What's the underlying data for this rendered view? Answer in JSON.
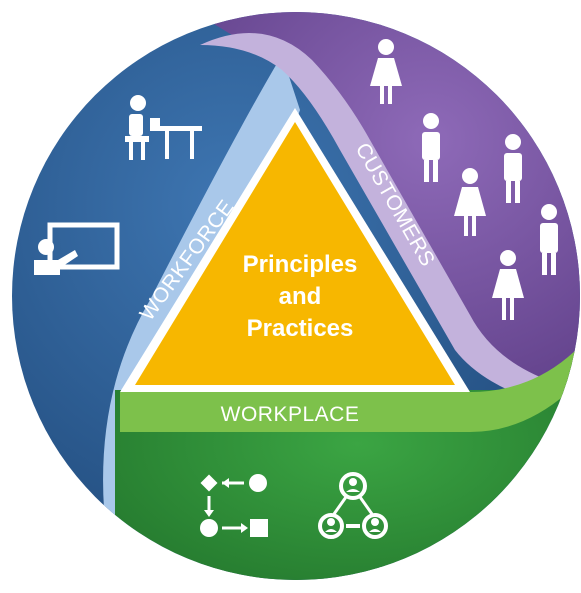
{
  "diagram": {
    "center": {
      "line1": "Principles",
      "line2": "and",
      "line3": "Practices"
    },
    "segments": {
      "workforce": {
        "label": "WORKFORCE",
        "color": "#2f5f97"
      },
      "customers": {
        "label": "CUSTOMERS",
        "color": "#7b57a3"
      },
      "workplace": {
        "label": "WORKPLACE",
        "color": "#2e8b3a"
      }
    },
    "bands": {
      "workforce_band": "#a9c8ea",
      "customers_band": "#c3b2dc",
      "workplace_band": "#7dc14b"
    },
    "triangle_color": "#f7b700",
    "icons": {
      "workforce": [
        "desk-worker-icon",
        "presentation-board-icon"
      ],
      "customers": [
        "female-person-icon",
        "male-person-icon"
      ],
      "workplace": [
        "process-flow-icon",
        "team-network-icon"
      ]
    }
  }
}
